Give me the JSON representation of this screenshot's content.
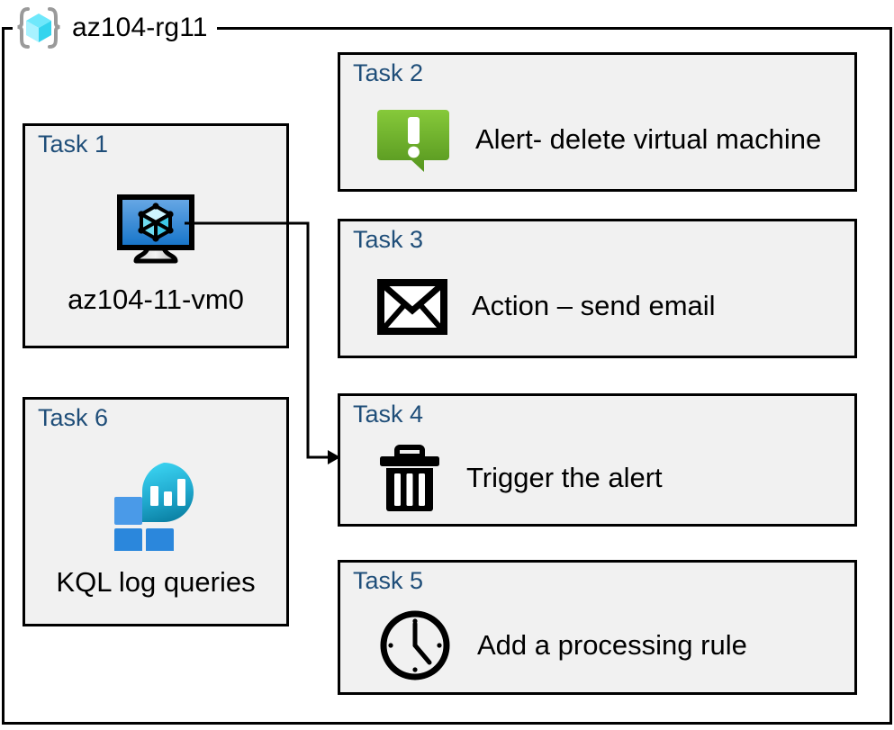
{
  "resource_group": {
    "name": "az104-rg11",
    "icon": "azure-resource-group-icon"
  },
  "tasks": [
    {
      "id": "task-1",
      "title": "Task 1",
      "label": "az104-11-vm0",
      "icon": "virtual-machine-icon",
      "layout": "tall"
    },
    {
      "id": "task-2",
      "title": "Task 2",
      "label": "Alert- delete virtual machine",
      "icon": "alert-bubble-icon",
      "layout": "wide"
    },
    {
      "id": "task-3",
      "title": "Task 3",
      "label": "Action – send email",
      "icon": "envelope-icon",
      "layout": "wide"
    },
    {
      "id": "task-4",
      "title": "Task 4",
      "label": "Trigger the alert",
      "icon": "trash-can-icon",
      "layout": "wide"
    },
    {
      "id": "task-5",
      "title": "Task 5",
      "label": "Add a processing rule",
      "icon": "clock-icon",
      "layout": "wide"
    },
    {
      "id": "task-6",
      "title": "Task 6",
      "label": "KQL log queries",
      "icon": "log-analytics-icon",
      "layout": "tall"
    }
  ],
  "connector": {
    "from": "task-1",
    "to": "task-4",
    "style": "elbow-arrow"
  },
  "colors": {
    "task_title": "#1f4e79",
    "card_fill": "#f1f1f1",
    "border": "#000000",
    "alert_green_light": "#7cc02e",
    "alert_green_dark": "#57991f",
    "vm_blue_light": "#5ea3e4",
    "vm_blue_dark": "#1873c6",
    "cube_cyan": "#50e6ff",
    "log_blue_light": "#4a9ae8",
    "log_blue_dark": "#2b87dc",
    "log_teal_light": "#32c5e8",
    "log_teal_dark": "#0e87a8"
  }
}
